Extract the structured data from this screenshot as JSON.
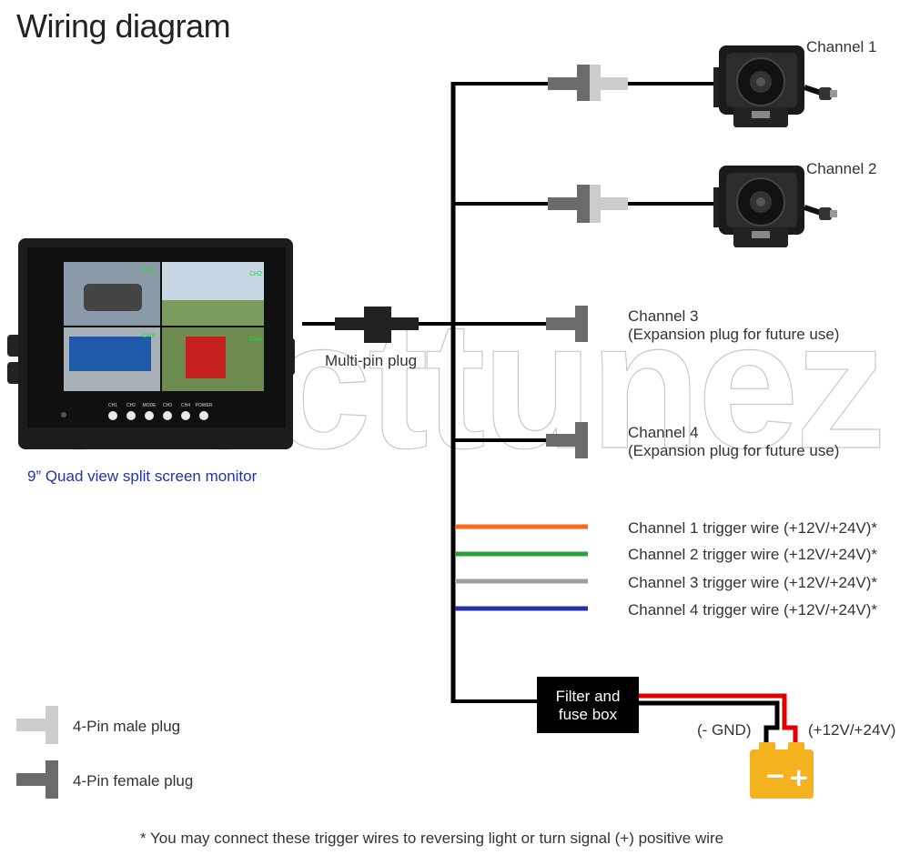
{
  "title": "Wiring diagram",
  "monitor": {
    "caption": "9” Quad view split screen monitor",
    "screen_labels": [
      "CH1",
      "CH2",
      "CH3",
      "CH4"
    ],
    "buttons": [
      "CH1",
      "CH2",
      "MODE",
      "CH3",
      "CH4",
      "POWER"
    ]
  },
  "multipin_label": "Multi-pin plug",
  "channels": [
    {
      "name": "Channel 1",
      "note": ""
    },
    {
      "name": "Channel 2",
      "note": ""
    },
    {
      "name": "Channel 3",
      "note": "(Expansion plug for future use)"
    },
    {
      "name": "Channel 4",
      "note": "(Expansion plug for future use)"
    }
  ],
  "trigger_wires": [
    {
      "label": "Channel 1 trigger wire (+12V/+24V)*",
      "color": "#ff6a13"
    },
    {
      "label": "Channel 2 trigger wire (+12V/+24V)*",
      "color": "#2e9e3a"
    },
    {
      "label": "Channel 3 trigger wire (+12V/+24V)*",
      "color": "#a0a0a0"
    },
    {
      "label": "Channel 4 trigger wire (+12V/+24V)*",
      "color": "#2830a0"
    }
  ],
  "fuse_box": {
    "line1": "Filter and",
    "line2": "fuse box"
  },
  "battery": {
    "gnd_label": "(- GND)",
    "pos_label": "(+12V/+24V)",
    "minus": "−",
    "plus": "+",
    "color": "#f5b21f"
  },
  "legend": {
    "male": "4-Pin male plug",
    "female": "4-Pin female plug",
    "male_color": "#cccccc",
    "female_color": "#6b6b6b"
  },
  "footnote": "* You may connect these trigger wires to reversing light or turn signal (+) positive wire",
  "watermark": "electtunez"
}
